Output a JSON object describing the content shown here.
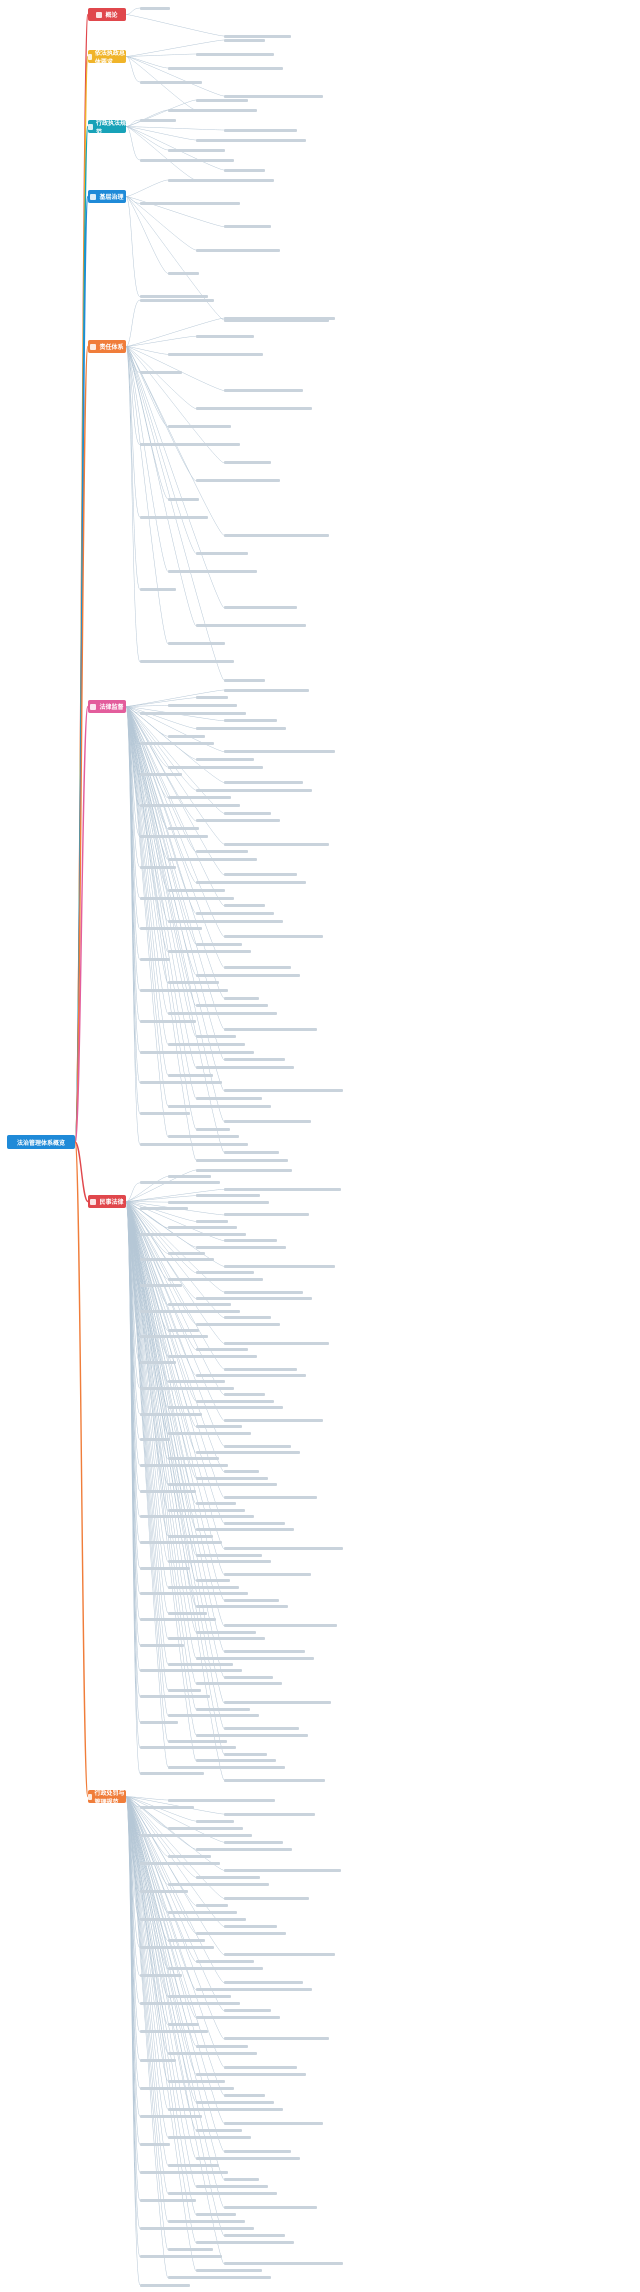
{
  "root": {
    "label": "法治管理体系概览"
  },
  "colors": {
    "root": "#1f8ad8",
    "branch_lines": [
      "#e0474c",
      "#f0b429",
      "#17a2b8",
      "#1f8ad8",
      "#f07d3a",
      "#e35d9c",
      "#e0474c",
      "#f07d3a"
    ],
    "leaf_line": "#b5c7d6"
  },
  "categories": [
    {
      "label": "概论",
      "color": "#e0474c",
      "icon": "book-icon",
      "leaves": 2
    },
    {
      "label": "依法执政总体要求",
      "color": "#f0b429",
      "icon": "flag-icon",
      "leaves": 6
    },
    {
      "label": "行政执法规范",
      "color": "#17a2b8",
      "icon": "document-icon",
      "leaves": 9
    },
    {
      "label": "基层治理",
      "color": "#1f8ad8",
      "icon": "home-icon",
      "leaves": 7
    },
    {
      "label": "责任体系",
      "color": "#f07d3a",
      "icon": "chart-icon",
      "leaves": 22
    },
    {
      "label": "法律监督",
      "color": "#e35d9c",
      "icon": "shield-icon",
      "leaves": 62
    },
    {
      "label": "民事法律",
      "color": "#e0474c",
      "icon": "scale-icon",
      "leaves": 96
    },
    {
      "label": "行政处罚与管理规范",
      "color": "#f07d3a",
      "icon": "gavel-icon",
      "leaves": 70
    }
  ]
}
